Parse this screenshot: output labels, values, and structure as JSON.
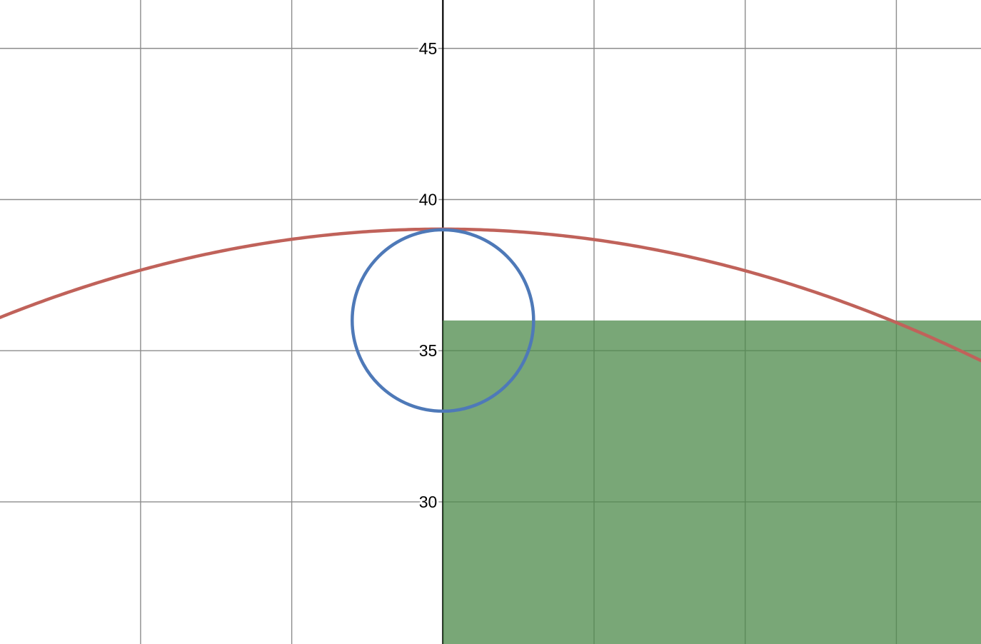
{
  "chart_data": {
    "type": "line",
    "title": "",
    "xlabel": "",
    "ylabel": "",
    "xlim": [
      -2.93,
      3.56
    ],
    "ylim": [
      25.3,
      46.6
    ],
    "grid": true,
    "x_gridlines": [
      -2,
      -1,
      0,
      1,
      2,
      3
    ],
    "y_ticks": [
      30,
      35,
      40,
      45
    ],
    "y_tick_labels": [
      "30",
      "35",
      "40",
      "45"
    ],
    "colors": {
      "parabola": "#c0625a",
      "circle": "#4e79b8",
      "region": "#4c8a4a",
      "axis": "#000000",
      "grid": "#8c8c8c"
    },
    "series": [
      {
        "kind": "parabola",
        "vertex": [
          0,
          39
        ],
        "points": [
          {
            "x": -2.93,
            "y": 36.1
          },
          {
            "x": -2,
            "y": 37.7
          },
          {
            "x": -1,
            "y": 38.65
          },
          {
            "x": 0,
            "y": 39
          },
          {
            "x": 1,
            "y": 38.65
          },
          {
            "x": 2,
            "y": 37.7
          },
          {
            "x": 3,
            "y": 36
          },
          {
            "x": 3.56,
            "y": 34.6
          }
        ]
      },
      {
        "kind": "circle",
        "center": [
          0,
          36
        ],
        "radius_x": 0.6,
        "radius_y": 3
      },
      {
        "kind": "region",
        "x_from": 0,
        "y_to": 36,
        "opacity": 0.75
      }
    ]
  }
}
